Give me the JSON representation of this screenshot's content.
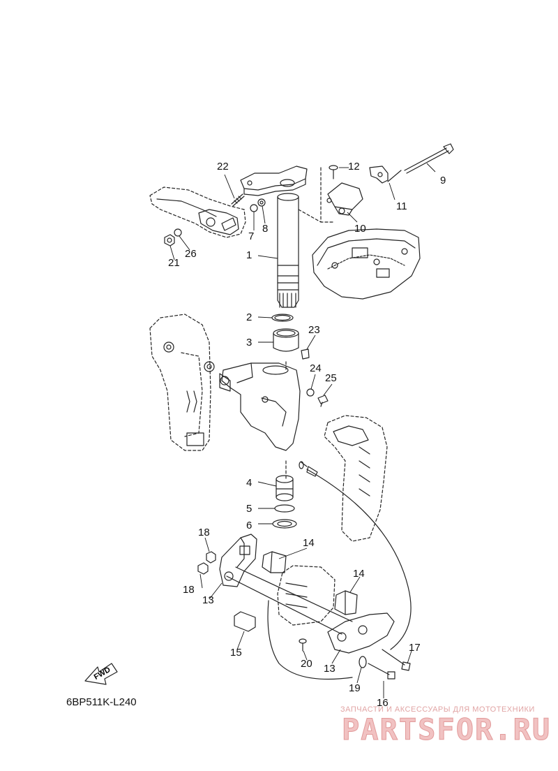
{
  "diagram": {
    "code": "6BP511K-L240",
    "fwd_label": "FWD",
    "part_numbers": [
      "1",
      "2",
      "3",
      "4",
      "5",
      "6",
      "7",
      "8",
      "9",
      "10",
      "11",
      "12",
      "13",
      "13",
      "14",
      "14",
      "15",
      "16",
      "17",
      "18",
      "18",
      "19",
      "20",
      "21",
      "22",
      "23",
      "24",
      "25",
      "26"
    ]
  },
  "watermark": {
    "tagline": "ЗАПЧАСТИ И АКСЕССУАРЫ ДЛЯ МОТОТЕХНИКИ",
    "logo": "PARTSFOR.RU"
  }
}
